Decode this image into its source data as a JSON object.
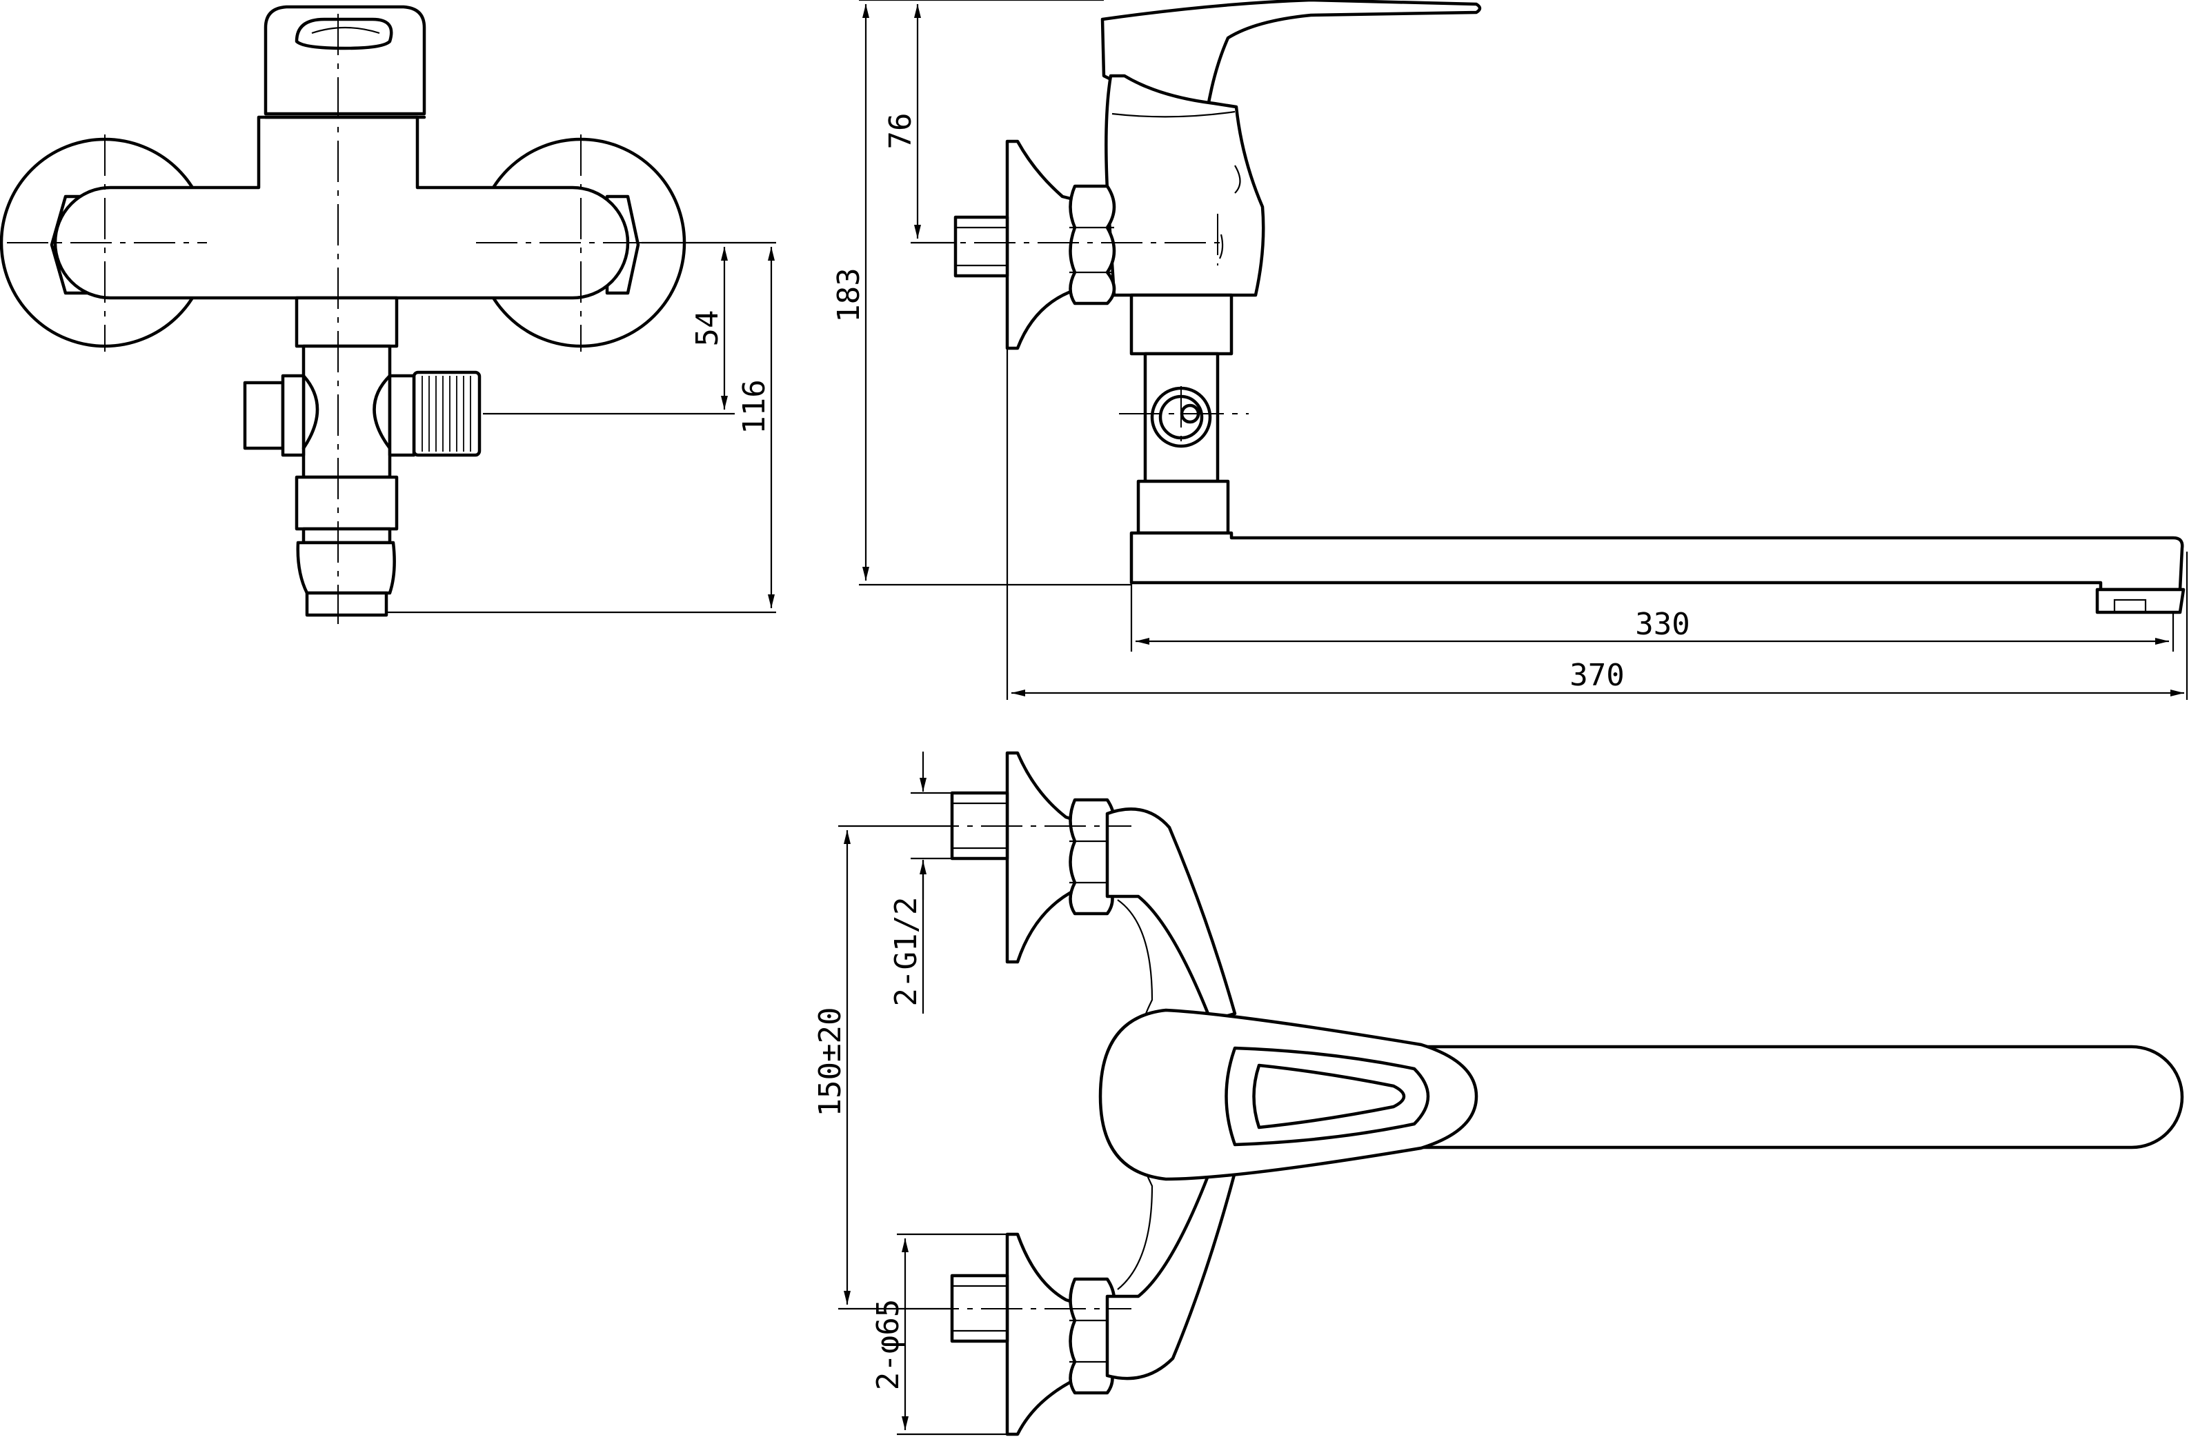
{
  "dimensions": {
    "front_upper": "54",
    "front_total": "116",
    "side_handle": "76",
    "side_total_height": "183",
    "spout_reach": "330",
    "overall_length": "370",
    "centre_distance": "150±20",
    "inlet_thread": "2-G1/2",
    "flange_diameter": "2-φ65"
  }
}
